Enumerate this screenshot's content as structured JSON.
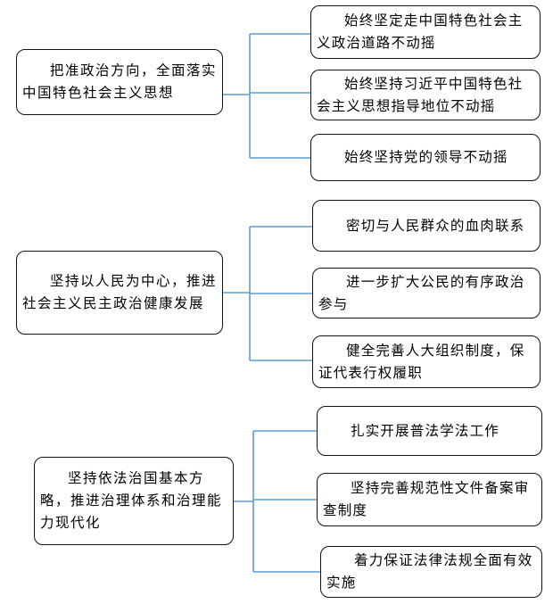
{
  "colors": {
    "connector": "#5b9bd5",
    "border": "#111111",
    "background": "#ffffff"
  },
  "groups": [
    {
      "main": "把准政治方向，全面落实中国特色社会主义思想",
      "branches": [
        "始终坚定走中国特色社会主义政治道路不动摇",
        "始终坚持习近平中国特色社会主义思想指导地位不动摇",
        "始终坚持党的领导不动摇"
      ]
    },
    {
      "main": "坚持以人民为中心，推进社会主义民主政治健康发展",
      "branches": [
        "密切与人民群众的血肉联系",
        "进一步扩大公民的有序政治参与",
        "健全完善人大组织制度，保证代表行权履职"
      ]
    },
    {
      "main": "坚持依法治国基本方略，推进治理体系和治理能力现代化",
      "branches": [
        "扎实开展普法学法工作",
        "坚持完善规范性文件备案审查制度",
        "着力保证法律法规全面有效实施"
      ]
    }
  ]
}
